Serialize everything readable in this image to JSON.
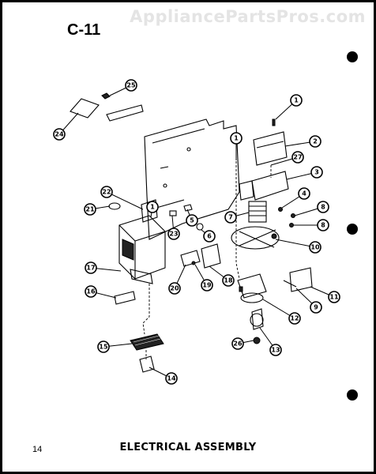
{
  "header": {
    "watermark": "AppliancePartsPros.com",
    "sheet_id": "C-11"
  },
  "footer": {
    "page_number": "14",
    "title": "ELECTRICAL ASSEMBLY"
  },
  "callouts": [
    {
      "id": "c1a",
      "label": "1"
    },
    {
      "id": "c1b",
      "label": "1"
    },
    {
      "id": "c1c",
      "label": "1"
    },
    {
      "id": "c2",
      "label": "2"
    },
    {
      "id": "c3",
      "label": "3"
    },
    {
      "id": "c4",
      "label": "4"
    },
    {
      "id": "c5",
      "label": "5"
    },
    {
      "id": "c6",
      "label": "6"
    },
    {
      "id": "c7",
      "label": "7"
    },
    {
      "id": "c8a",
      "label": "8"
    },
    {
      "id": "c8b",
      "label": "8"
    },
    {
      "id": "c9",
      "label": "9"
    },
    {
      "id": "c10",
      "label": "10"
    },
    {
      "id": "c11",
      "label": "11"
    },
    {
      "id": "c12",
      "label": "12"
    },
    {
      "id": "c13",
      "label": "13"
    },
    {
      "id": "c14",
      "label": "14"
    },
    {
      "id": "c15",
      "label": "15"
    },
    {
      "id": "c16",
      "label": "16"
    },
    {
      "id": "c17",
      "label": "17"
    },
    {
      "id": "c18",
      "label": "18"
    },
    {
      "id": "c19",
      "label": "19"
    },
    {
      "id": "c20",
      "label": "20"
    },
    {
      "id": "c21",
      "label": "21"
    },
    {
      "id": "c22",
      "label": "22"
    },
    {
      "id": "c23",
      "label": "23"
    },
    {
      "id": "c24",
      "label": "24"
    },
    {
      "id": "c25",
      "label": "25"
    },
    {
      "id": "c26",
      "label": "26"
    },
    {
      "id": "c27",
      "label": "27"
    }
  ]
}
